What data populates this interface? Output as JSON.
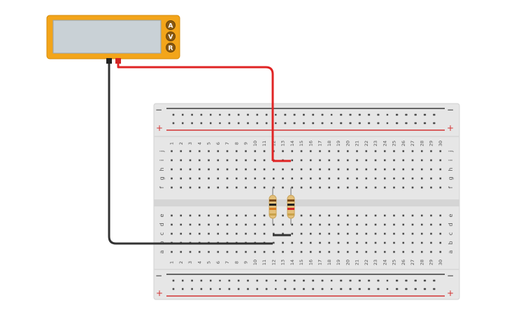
{
  "multimeter": {
    "display_value": "",
    "modes": [
      "A",
      "V",
      "R"
    ],
    "body_color": "#F3A51A",
    "screen_color": "#C9D1D6"
  },
  "breadboard": {
    "rail_top_minus": "−",
    "rail_top_plus": "+",
    "rail_bottom_minus": "−",
    "rail_bottom_plus": "+",
    "column_numbers": [
      "1",
      "2",
      "3",
      "4",
      "5",
      "6",
      "7",
      "8",
      "9",
      "10",
      "11",
      "12",
      "13",
      "14",
      "15",
      "16",
      "17",
      "18",
      "19",
      "20",
      "21",
      "22",
      "23",
      "24",
      "25",
      "26",
      "27",
      "28",
      "29",
      "30"
    ],
    "rows_top": [
      "j",
      "i",
      "h",
      "g",
      "f"
    ],
    "rows_bottom": [
      "e",
      "d",
      "c",
      "b",
      "a"
    ],
    "board_color": "#E6E6E6",
    "minus_line_color": "#3A3A3A",
    "plus_line_color": "#D23232"
  },
  "wires": {
    "red_probe_color": "#E02424",
    "black_probe_color": "#333333"
  },
  "resistors": [
    {
      "name": "resistor-1",
      "bands": [
        "#7A4A1B",
        "#222222",
        "#D67A1F",
        "#C9A14A"
      ]
    },
    {
      "name": "resistor-2",
      "bands": [
        "#7A4A1B",
        "#222222",
        "#D12525",
        "#C9A14A"
      ]
    }
  ]
}
